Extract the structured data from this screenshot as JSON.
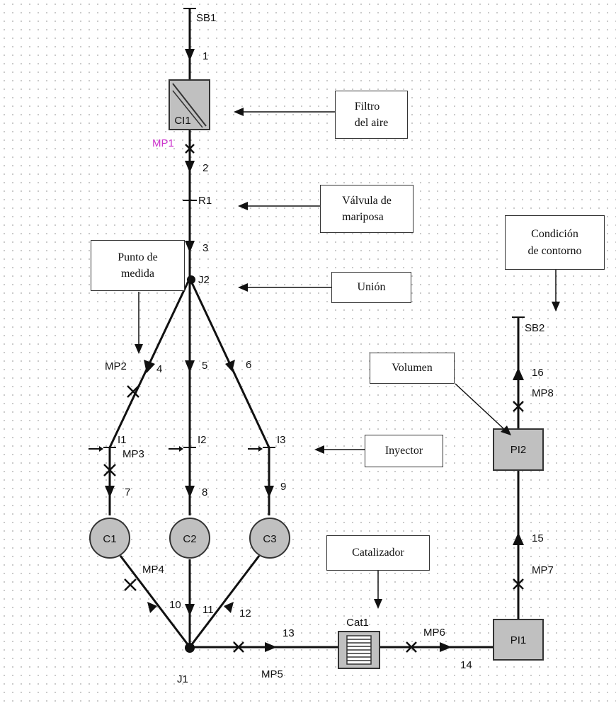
{
  "nodes": {
    "SB1": "SB1",
    "SB2": "SB2",
    "CI1": "CI1",
    "R1": "R1",
    "J1": "J1",
    "J2": "J2",
    "I1": "I1",
    "I2": "I2",
    "I3": "I3",
    "C1": "C1",
    "C2": "C2",
    "C3": "C3",
    "Cat1": "Cat1",
    "PI1": "PI1",
    "PI2": "PI2"
  },
  "pipes": {
    "p1": "1",
    "p2": "2",
    "p3": "3",
    "p4": "4",
    "p5": "5",
    "p6": "6",
    "p7": "7",
    "p8": "8",
    "p9": "9",
    "p10": "10",
    "p11": "11",
    "p12": "12",
    "p13": "13",
    "p14": "14",
    "p15": "15",
    "p16": "16"
  },
  "measure_points": {
    "MP1": "MP1",
    "MP2": "MP2",
    "MP3": "MP3",
    "MP4": "MP4",
    "MP5": "MP5",
    "MP6": "MP6",
    "MP7": "MP7",
    "MP8": "MP8"
  },
  "callouts": {
    "filtro": "Filtro\ndel aire",
    "valvula": "Válvula de\nmariposa",
    "union": "Unión",
    "punto": "Punto de\nmedida",
    "condicion": "Condición\nde contorno",
    "volumen": "Volumen",
    "inyector": "Inyector",
    "catalizador": "Catalizador"
  },
  "colors": {
    "component_fill": "#c0c0c0",
    "line": "#111111",
    "mp1_label": "#cc33cc"
  }
}
